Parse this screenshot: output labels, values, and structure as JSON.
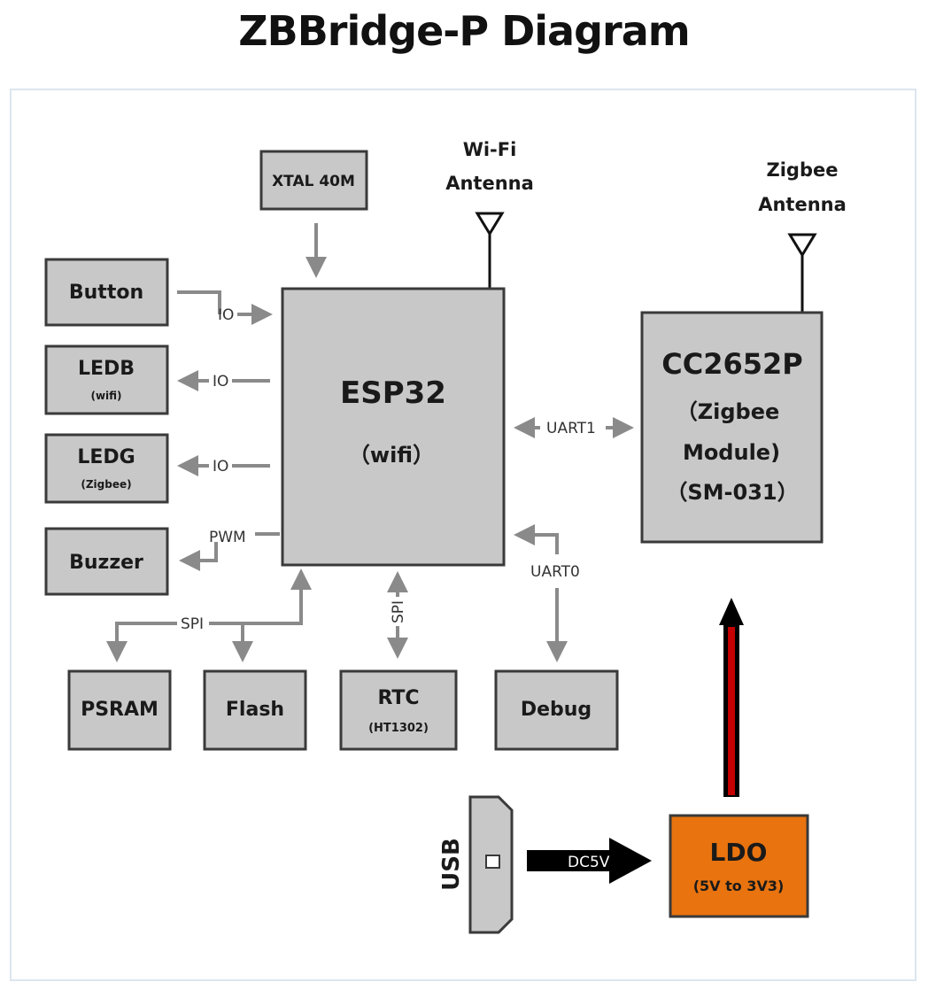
{
  "title": "ZBBridge-P Diagram",
  "blocks": {
    "xtal": "XTAL 40M",
    "button": "Button",
    "ledb": "LEDB",
    "ledb_sub": "(wifi)",
    "ledg": "LEDG",
    "ledg_sub": "(Zigbee)",
    "buzzer": "Buzzer",
    "esp32": "ESP32",
    "esp32_sub": "（wifi）",
    "cc": "CC2652P",
    "cc_sub1": "（Zigbee",
    "cc_sub2": "Module)",
    "cc_sub3": "（SM-031）",
    "psram": "PSRAM",
    "flash": "Flash",
    "rtc": "RTC",
    "rtc_sub": "(HT1302)",
    "debug": "Debug",
    "ldo": "LDO",
    "ldo_sub": "(5V to 3V3)",
    "usb": "USB"
  },
  "antennas": {
    "wifi_line1": "Wi-Fi",
    "wifi_line2": "Antenna",
    "zigbee_line1": "Zigbee",
    "zigbee_line2": "Antenna"
  },
  "labels": {
    "io1": "IO",
    "io2": "IO",
    "io3": "IO",
    "pwm": "PWM",
    "spi_left": "SPI",
    "spi_rtc": "SPI",
    "uart1": "UART1",
    "uart0": "UART0",
    "dc5v": "DC5V"
  },
  "colors": {
    "block_fill": "#c8c8c8",
    "ldo_fill": "#e8730f",
    "connector": "#8a8a8a",
    "power_arrow": "#c40000"
  }
}
